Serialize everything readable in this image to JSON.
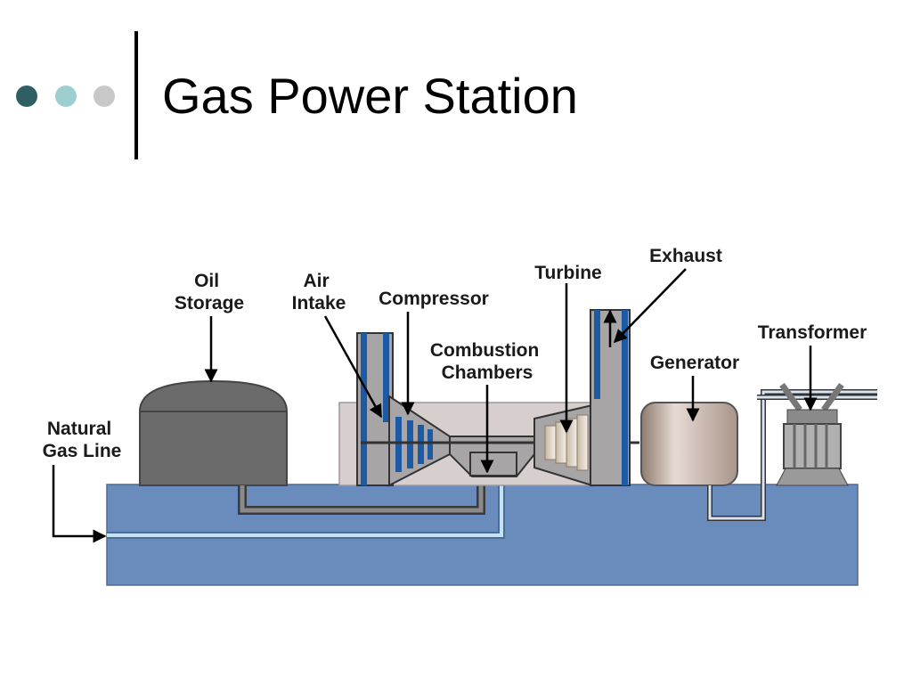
{
  "slide": {
    "title": "Gas Power Station",
    "bullet_colors": [
      "#2f5f63",
      "#9ecfd0",
      "#c8c8c8"
    ]
  },
  "diagram": {
    "labels": {
      "oil_storage": [
        "Oil",
        "Storage"
      ],
      "air_intake": [
        "Air",
        "Intake"
      ],
      "compressor": "Compressor",
      "combustion_chambers": [
        "Combustion",
        "Chambers"
      ],
      "turbine": "Turbine",
      "exhaust": "Exhaust",
      "generator": "Generator",
      "transformer": "Transformer",
      "natural_gas_line": [
        "Natural",
        "Gas Line"
      ]
    },
    "colors": {
      "ground": "#6a8cbd",
      "tank": "#6b6b6b",
      "turbine_housing": "#a7a5a5",
      "blade_blue": "#1d5aa5",
      "gas_line": "#c7e3f3",
      "generator": "#c9b6a8",
      "enclosure": "#d6cfce"
    }
  }
}
